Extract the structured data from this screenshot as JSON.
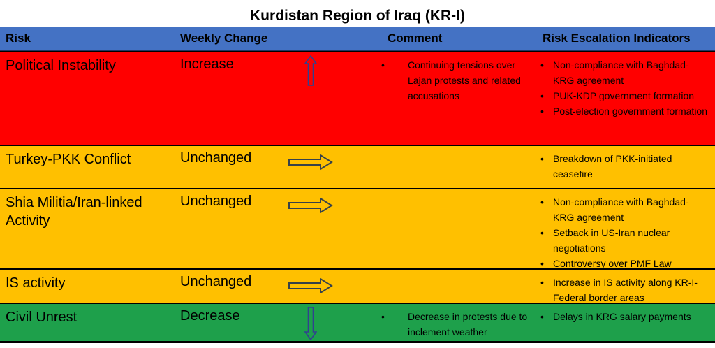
{
  "title": "Kurdistan Region of Iraq (KR-I)",
  "colors": {
    "header_bg": "#4472C4",
    "header_border": "#1F3864",
    "risk_high": "#FF0000",
    "risk_medium": "#FFC000",
    "risk_low": "#1EA04B",
    "arrow_updown_outline": "#31418F",
    "arrow_right_outline": "#37424A"
  },
  "columns": {
    "risk": "Risk",
    "weekly_change": "Weekly Change",
    "comment": "Comment",
    "indicators": "Risk Escalation Indicators"
  },
  "rows": [
    {
      "risk": "Political Instability",
      "weekly_change": "Increase",
      "trend": "up",
      "level": "red",
      "comments": [
        "Continuing tensions over Lajan protests and related accusations"
      ],
      "indicators": [
        "Non-compliance with Baghdad-KRG agreement",
        "PUK-KDP government formation",
        "Post-election government formation"
      ]
    },
    {
      "risk": "Turkey-PKK Conflict",
      "weekly_change": "Unchanged",
      "trend": "right",
      "level": "amber",
      "comments": [],
      "indicators": [
        "Breakdown of PKK-initiated ceasefire"
      ]
    },
    {
      "risk": "Shia Militia/Iran-linked Activity",
      "weekly_change": "Unchanged",
      "trend": "right",
      "level": "amber",
      "comments": [],
      "indicators": [
        "Non-compliance with Baghdad-KRG agreement",
        "Setback in US-Iran nuclear negotiations",
        "Controversy over PMF Law"
      ]
    },
    {
      "risk": "IS activity",
      "weekly_change": "Unchanged",
      "trend": "right",
      "level": "amber",
      "comments": [],
      "indicators": [
        "Increase in IS activity along KR-I-Federal border areas"
      ]
    },
    {
      "risk": "Civil Unrest",
      "weekly_change": "Decrease",
      "trend": "down",
      "level": "green",
      "comments": [
        "Decrease in protests due to inclement weather"
      ],
      "indicators": [
        "Delays in KRG salary payments"
      ]
    }
  ]
}
